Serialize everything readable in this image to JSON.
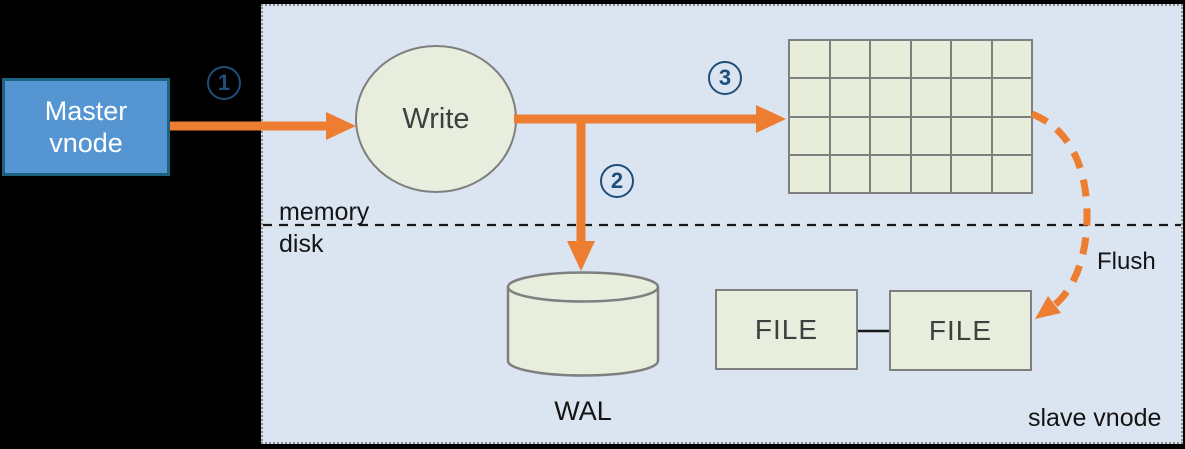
{
  "diagram": {
    "title_implied": "vnode write flow",
    "master_vnode": {
      "line1": "Master",
      "line2": "vnode"
    },
    "write_node": {
      "label": "Write"
    },
    "steps": [
      {
        "label": "1"
      },
      {
        "label": "2"
      },
      {
        "label": "3"
      }
    ],
    "memtable_grid": {
      "rows": 4,
      "cols": 6
    },
    "wal": {
      "label": "WAL"
    },
    "files": [
      {
        "label": "FILE"
      },
      {
        "label": "FILE"
      }
    ],
    "labels": {
      "memory": "memory",
      "disk": "disk",
      "flush": "Flush",
      "slave_vnode": "slave vnode"
    },
    "colors": {
      "background": "#000000",
      "panel_fill": "#DBE5F1",
      "panel_border": "#8C8C8C",
      "master_fill": "#5596D2",
      "master_border": "#1E6282",
      "master_text": "#FFFFFF",
      "shape_fill_green": "#E7EEDD",
      "shape_border_gray": "#7F7F7F",
      "arrow_orange": "#ED7D31",
      "step_circle_blue": "#1F4E79",
      "label_text": "#141414",
      "node_text": "#3F3F3F"
    }
  }
}
